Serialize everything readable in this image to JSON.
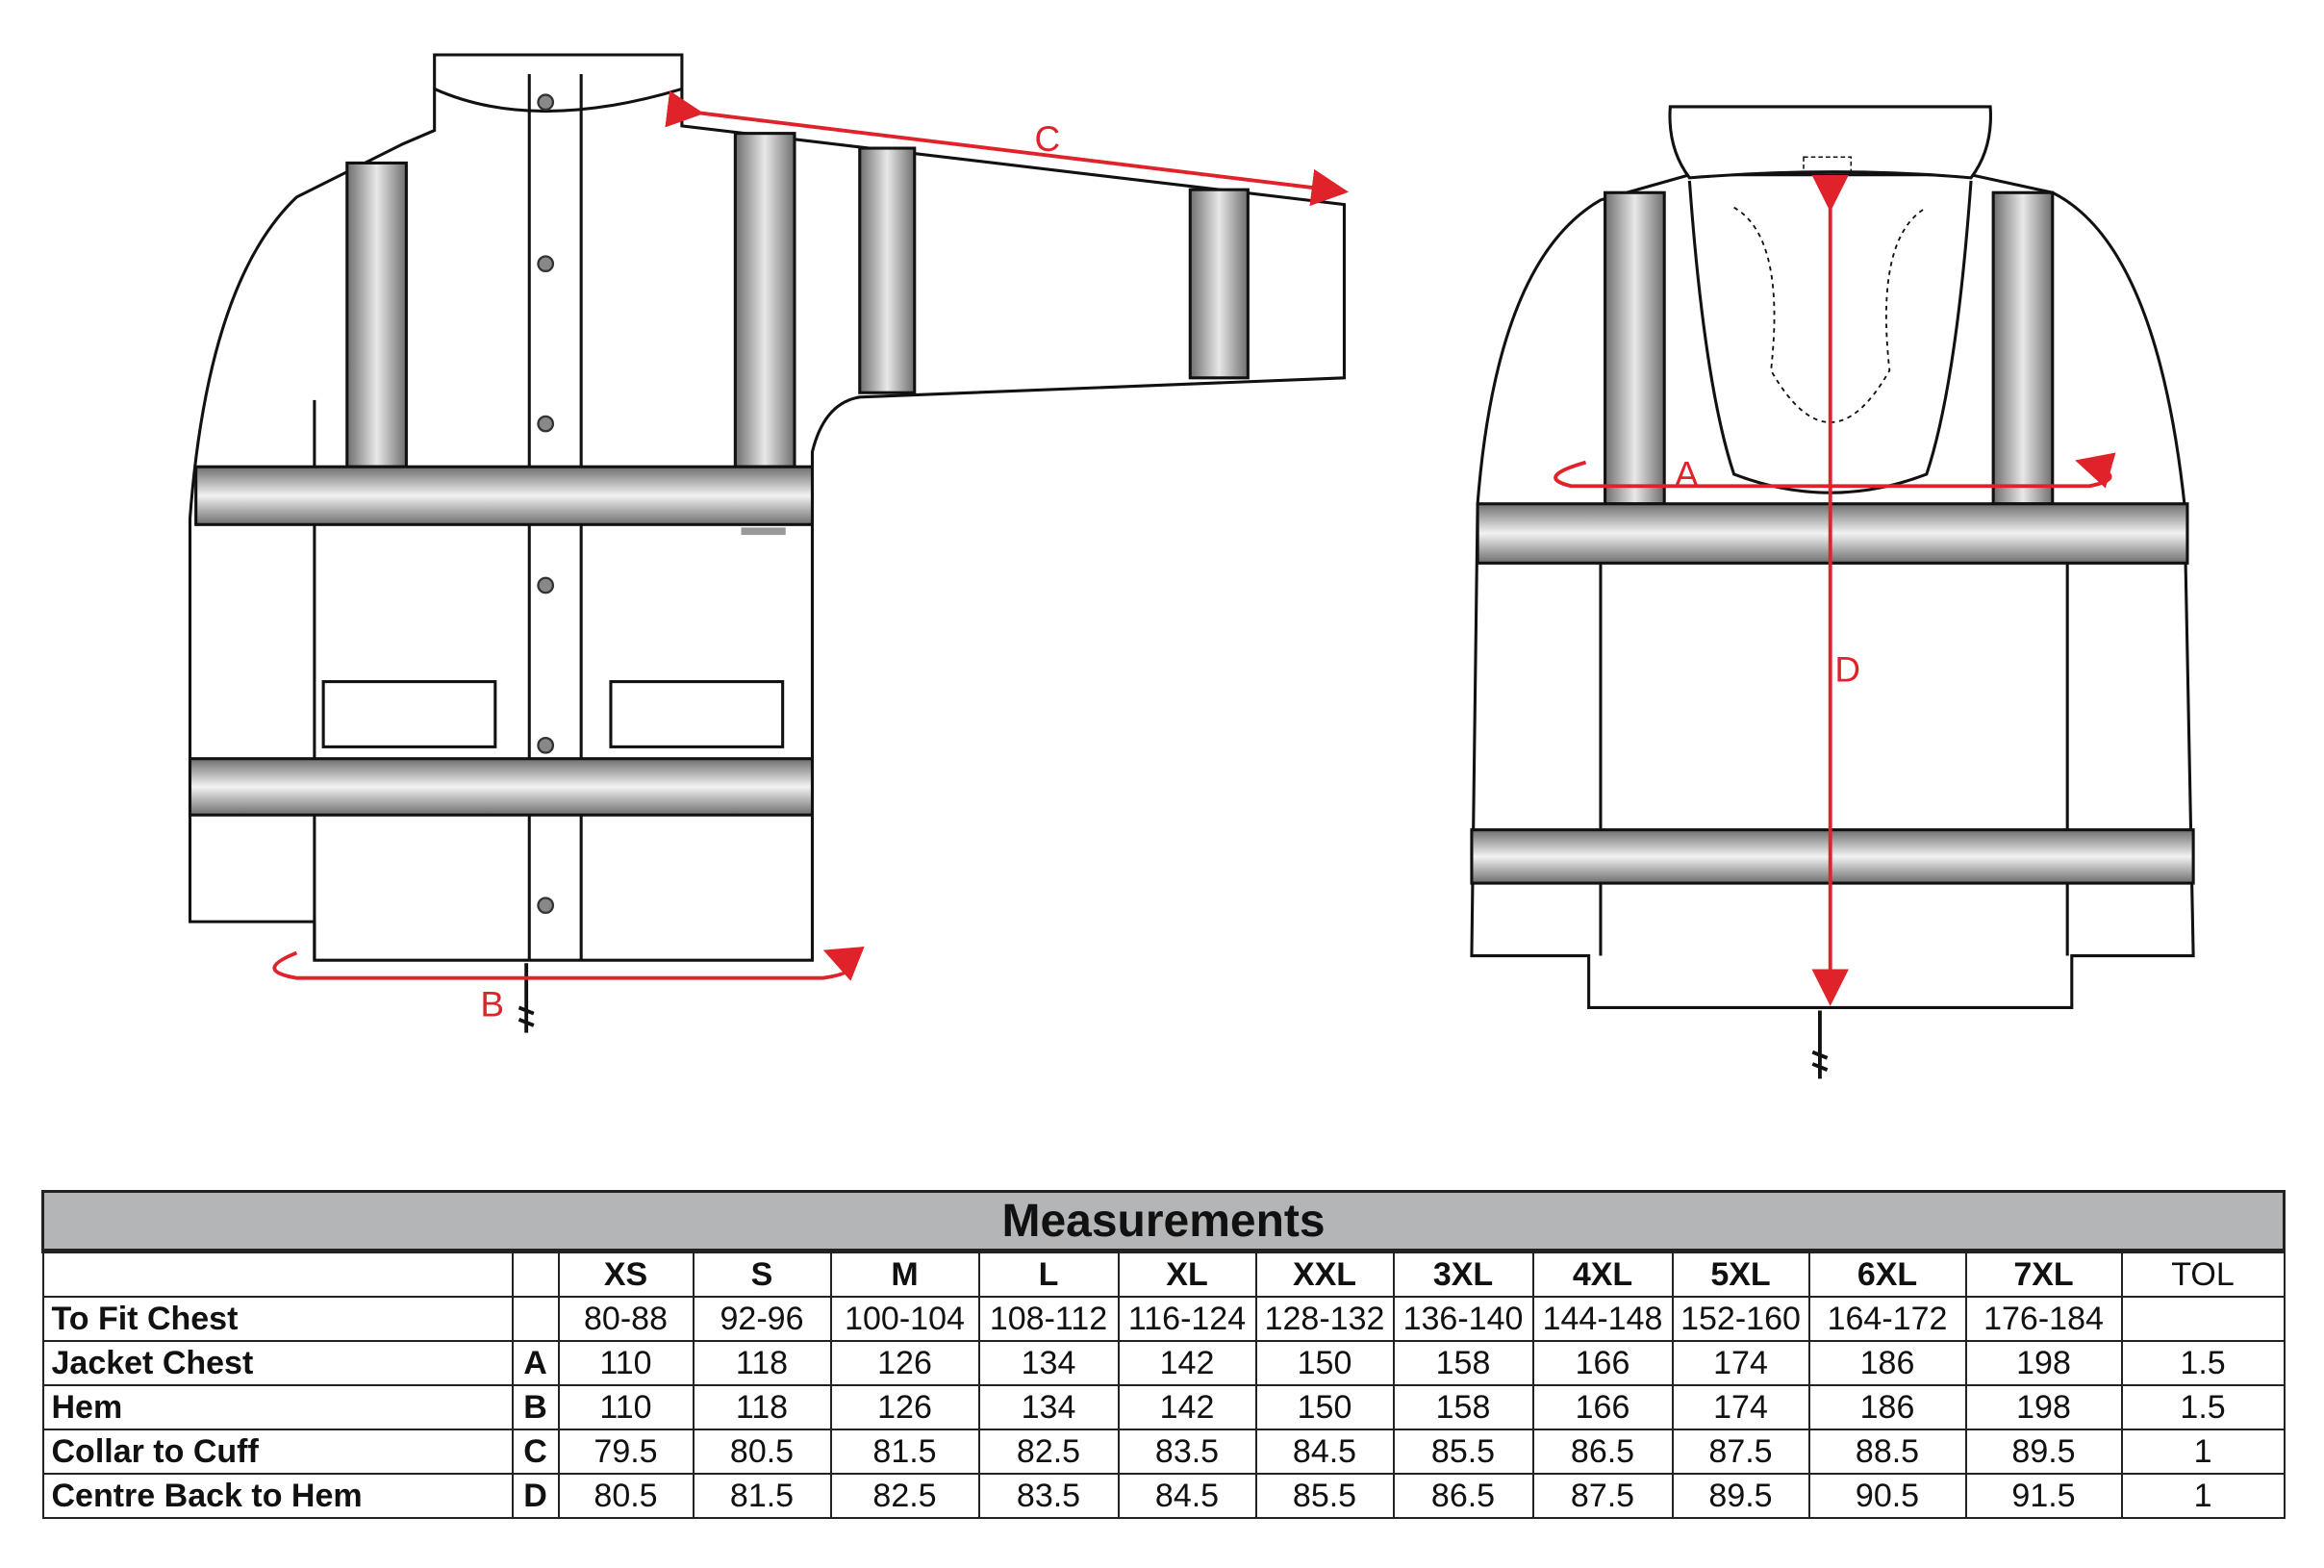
{
  "diagram": {
    "front_labels": {
      "c": "C",
      "b": "B"
    },
    "back_labels": {
      "a": "A",
      "d": "D"
    },
    "colors": {
      "arrow": "#e0232a",
      "outline": "#111111",
      "reflective": "#8a8a8a"
    }
  },
  "table": {
    "title": "Measurements",
    "sizes": [
      "XS",
      "S",
      "M",
      "L",
      "XL",
      "XXL",
      "3XL",
      "4XL",
      "5XL",
      "6XL",
      "7XL"
    ],
    "tol_header": "TOL",
    "rows": [
      {
        "label": "To Fit Chest",
        "letter": "",
        "values": [
          "80-88",
          "92-96",
          "100-104",
          "108-112",
          "116-124",
          "128-132",
          "136-140",
          "144-148",
          "152-160",
          "164-172",
          "176-184"
        ],
        "tol": ""
      },
      {
        "label": "Jacket Chest",
        "letter": "A",
        "values": [
          "110",
          "118",
          "126",
          "134",
          "142",
          "150",
          "158",
          "166",
          "174",
          "186",
          "198"
        ],
        "tol": "1.5"
      },
      {
        "label": "Hem",
        "letter": "B",
        "values": [
          "110",
          "118",
          "126",
          "134",
          "142",
          "150",
          "158",
          "166",
          "174",
          "186",
          "198"
        ],
        "tol": "1.5"
      },
      {
        "label": "Collar to Cuff",
        "letter": "C",
        "values": [
          "79.5",
          "80.5",
          "81.5",
          "82.5",
          "83.5",
          "84.5",
          "85.5",
          "86.5",
          "87.5",
          "88.5",
          "89.5"
        ],
        "tol": "1"
      },
      {
        "label": "Centre Back to Hem",
        "letter": "D",
        "values": [
          "80.5",
          "81.5",
          "82.5",
          "83.5",
          "84.5",
          "85.5",
          "86.5",
          "87.5",
          "89.5",
          "90.5",
          "91.5"
        ],
        "tol": "1"
      }
    ]
  }
}
